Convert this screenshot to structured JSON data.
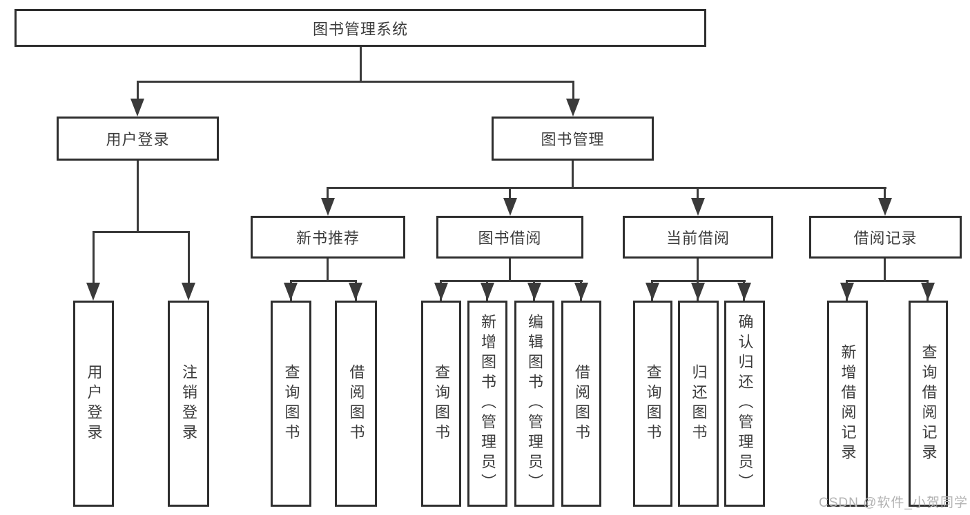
{
  "diagram": {
    "title": "图书管理系统",
    "root": {
      "label": "图书管理系统"
    },
    "level2": [
      {
        "label": "用户登录"
      },
      {
        "label": "图书管理"
      }
    ],
    "level3": [
      {
        "label": "新书推荐"
      },
      {
        "label": "图书借阅"
      },
      {
        "label": "当前借阅"
      },
      {
        "label": "借阅记录"
      }
    ],
    "leaves": {
      "login": [
        "用户登录",
        "注销登录"
      ],
      "recommend": [
        "查询图书",
        "借阅图书"
      ],
      "borrow": [
        "查询图书",
        "新增图书（管理员）",
        "编辑图书（管理员）",
        "借阅图书"
      ],
      "current": [
        "查询图书",
        "归还图书",
        "确认归还（管理员）"
      ],
      "records": [
        "新增借阅记录",
        "查询借阅记录"
      ]
    }
  },
  "watermark": "CSDN @软件_小贺同学",
  "colors": {
    "line": "#3a3a3a",
    "border": "#2e2e2e",
    "text": "#3c3c3c",
    "watermark": "#b3b3b3",
    "background": "#ffffff"
  }
}
